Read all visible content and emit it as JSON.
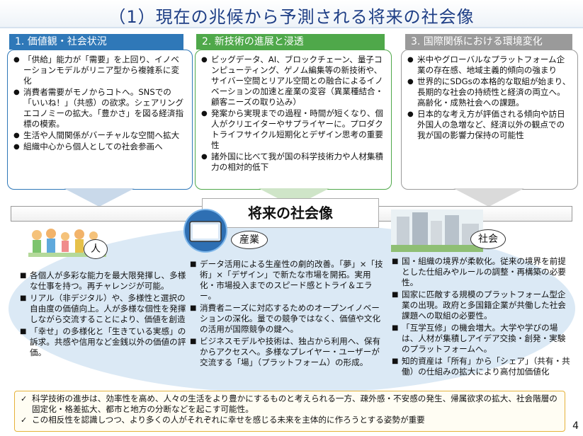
{
  "title": "（1）現在の兆候から予測される将来の社会像",
  "panels": [
    {
      "label": "1. 価値観・社会状況",
      "color": "#2f78b8",
      "items": [
        "「供給」能力が「需要」を上回り、イノベーションモデルがリニア型から複雑系に変化",
        "消費者需要がモノからコトへ。SNSでの「いいね！」（共感）の欲求。シェアリングエコノミーの拡大。「豊かさ」を図る経済指標の模索。",
        "生活や人間関係がバーチャルな空間へ拡大",
        "組織中心から個人としての社会参画へ"
      ]
    },
    {
      "label": "2. 新技術の進展と浸透",
      "color": "#4fa84a",
      "items": [
        "ビッグデータ、AI、ブロックチェーン、量子コンピューティング、ゲノム編集等の新技術や、サイバー空間とリアル空間との融合によるイノベーションの加速と産業の変容（異業種結合・顧客ニーズの取り込み）",
        "発案から実現までの過程・時間が短くなり、個人がクリエイターやサプライヤーに。プロダクトライフサイクル短期化とデザイン思考の重要性",
        "諸外国に比べて我が国の科学技術力や人材集積力の相対的低下"
      ]
    },
    {
      "label": "3. 国際関係における環境変化",
      "color": "#9a9a9a",
      "items": [
        "米中やグローバルなプラットフォーム企業の存在感、地域主義的傾向の強まり",
        "世界的にSDGsの本格的な取組が始まり、長期的な社会の持続性と経済の両立へ。高齢化・成熟社会への課題。",
        "日本的な考え方が評価される傾向や訪日外国人の急増など、経済以外の観点での我が国の影響力保持の可能性"
      ]
    }
  ],
  "future": {
    "title": "将来の社会像",
    "tags": {
      "person": "人",
      "industry": "産業",
      "society": "社会"
    },
    "person_items": [
      "各個人が多彩な能力を最大限発揮し、多様な仕事を持つ。再チャレンジが可能。",
      "リアル（非デジタル）や、多様性と選択の自由度の価値向上。人が多様な個性を発揮しながら交流することにより、価値を創造",
      "「幸せ」の多様化と「生きている実感」の訴求。共感や信用など金銭以外の価値の評価。"
    ],
    "industry_items": [
      "データ活用による生産性の劇的改善。「夢」×「技術」×「デザイン」で新たな市場を開拓。実用化・市場投入までのスピード感とトライ＆エラー。",
      "消費者ニーズに対応するためのオープンイノベーションの深化。量での競争ではなく、価値や文化の活用が国際競争の鍵へ。",
      "ビジネスモデルや技術は、独占から利用へ、保有からアクセスへ。多様なプレイヤー・ユーザーが交流する「場」（プラットフォーム）の形成。"
    ],
    "society_items": [
      "国・組織の境界が柔軟化。従来の境界を前提とした仕組みやルールの調整・再構築の必要性。",
      "国家に匹敵する規模のプラットフォーム型企業の出現。政府と多国籍企業が共働した社会課題への取組の必要性。",
      "「互学互修」の機会増大。大学や学びの場は、人材が集積しアイデア交換・創発・実験のプラットフォームへ。",
      "知的資産は「所有」から「シェア」（共有・共働）の仕組みの拡大により高付加価値化"
    ]
  },
  "bottom_notes": [
    "科学技術の進歩は、効率性を高め、人々の生活をより豊かにするものと考えられる一方、疎外感・不安感の発生、帰属欲求の拡大、社会階層の固定化・格差拡大、都市と地方の分断などを起こす可能性。",
    "この相反性を認識しつつ、より多くの人がそれぞれに幸せを感じる未来を主体的に作ろうとする姿勢が重要"
  ],
  "page_number": "4"
}
